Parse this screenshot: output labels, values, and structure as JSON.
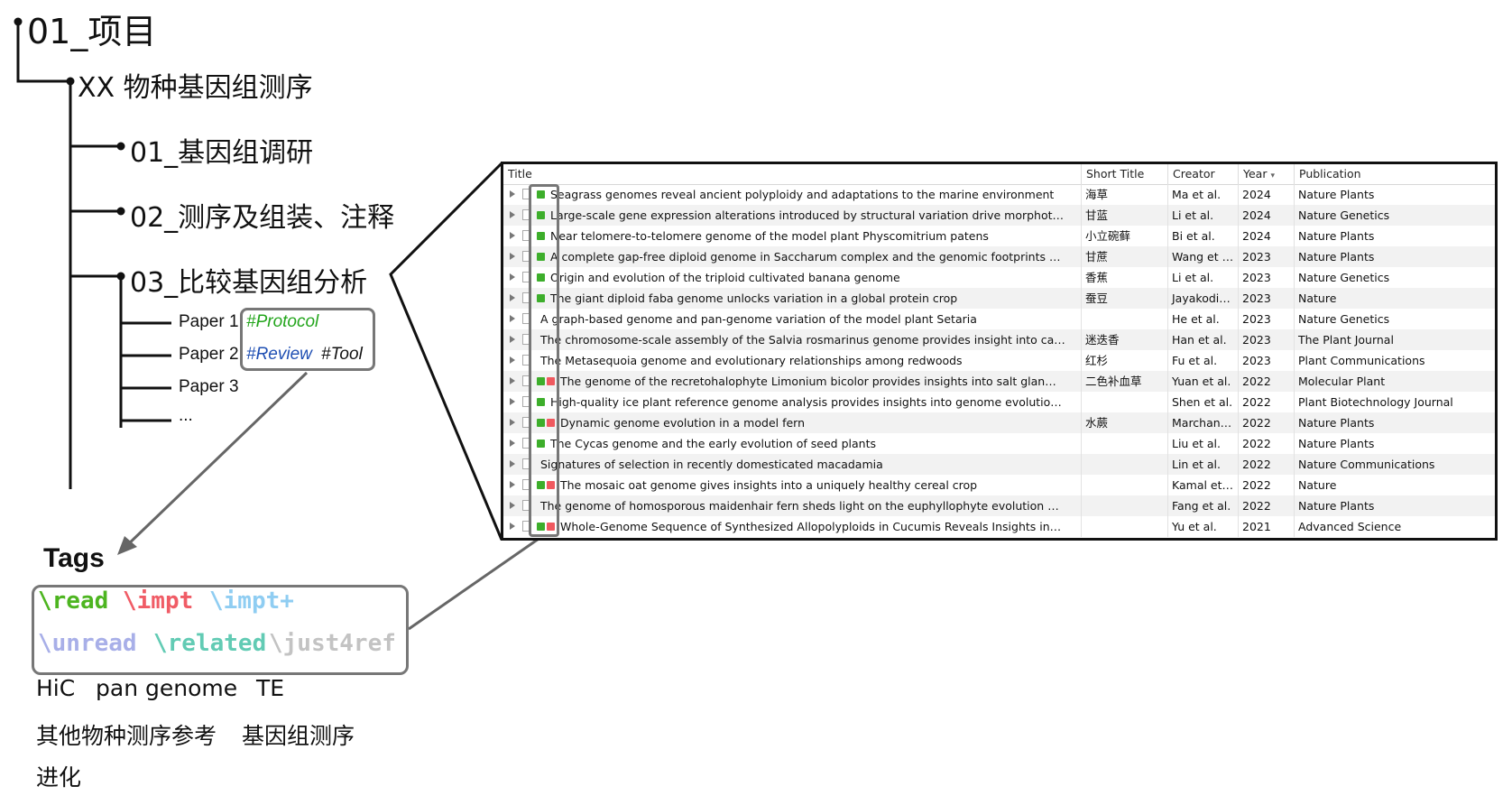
{
  "tree": {
    "root": "01_项目",
    "species": "XX 物种基因组测序",
    "stages": [
      "01_基因组调研",
      "02_测序及组装、注释",
      "03_比较基因组分析"
    ],
    "papers": [
      "Paper 1",
      "Paper 2",
      "Paper 3",
      "..."
    ],
    "paper_tags": {
      "protocol": {
        "text": "#Protocol",
        "color": "#23a51c"
      },
      "review": {
        "text": "#Review",
        "color": "#1f4fb3"
      },
      "tool": {
        "text": "#Tool",
        "color": "#111111"
      }
    }
  },
  "tags": {
    "title": "Tags",
    "colored": [
      {
        "text": "\\read",
        "color": "#4db520"
      },
      {
        "text": "\\impt",
        "color": "#f05c66"
      },
      {
        "text": "\\impt+",
        "color": "#8fcdf2"
      },
      {
        "text": "\\unread",
        "color": "#a8afe8"
      },
      {
        "text": "\\related",
        "color": "#62cbb4"
      },
      {
        "text": "\\just4ref",
        "color": "#c3c3c3"
      }
    ],
    "plain": [
      "HiC",
      "pan genome",
      "TE",
      "其他物种测序参考",
      "基因组测序",
      "进化"
    ]
  },
  "table": {
    "columns": {
      "title": "Title",
      "short_title": "Short Title",
      "creator": "Creator",
      "year": "Year",
      "publication": "Publication"
    },
    "colors": {
      "read": "#3dae2b",
      "impt": "#f0595f"
    },
    "rows": [
      {
        "title": "Seagrass genomes reveal ancient polyploidy and adaptations to the marine environment",
        "short": "海草",
        "creator": "Ma et al.",
        "year": "2024",
        "pub": "Nature Plants",
        "tags": [
          "read"
        ]
      },
      {
        "title": "Large-scale gene expression alterations introduced by structural variation drive morphot…",
        "short": "甘蓝",
        "creator": "Li et al.",
        "year": "2024",
        "pub": "Nature Genetics",
        "tags": [
          "read"
        ]
      },
      {
        "title": "Near telomere-to-telomere genome of the model plant Physcomitrium patens",
        "short": "小立碗藓",
        "creator": "Bi et al.",
        "year": "2024",
        "pub": "Nature Plants",
        "tags": [
          "read"
        ]
      },
      {
        "title": "A complete gap-free diploid genome in Saccharum complex and the genomic footprints …",
        "short": "甘蔗",
        "creator": "Wang et …",
        "year": "2023",
        "pub": "Nature Plants",
        "tags": [
          "read"
        ]
      },
      {
        "title": "Origin and evolution of the triploid cultivated banana genome",
        "short": "香蕉",
        "creator": "Li et al.",
        "year": "2023",
        "pub": "Nature Genetics",
        "tags": [
          "read"
        ]
      },
      {
        "title": "The giant diploid faba genome unlocks variation in a global protein crop",
        "short": "蚕豆",
        "creator": "Jayakodi…",
        "year": "2023",
        "pub": "Nature",
        "tags": [
          "read"
        ]
      },
      {
        "title": "A graph-based genome and pan-genome variation of the model plant Setaria",
        "short": "",
        "creator": "He et al.",
        "year": "2023",
        "pub": "Nature Genetics",
        "tags": []
      },
      {
        "title": "The chromosome-scale assembly of the Salvia rosmarinus genome provides insight into ca…",
        "short": "迷迭香",
        "creator": "Han et al.",
        "year": "2023",
        "pub": "The Plant Journal",
        "tags": []
      },
      {
        "title": "The Metasequoia genome and evolutionary relationships among redwoods",
        "short": "红杉",
        "creator": "Fu et al.",
        "year": "2023",
        "pub": "Plant Communications",
        "tags": []
      },
      {
        "title": "The genome of the recretohalophyte Limonium bicolor provides insights into salt glan…",
        "short": "二色补血草",
        "creator": "Yuan et al.",
        "year": "2022",
        "pub": "Molecular Plant",
        "tags": [
          "read",
          "impt"
        ]
      },
      {
        "title": "High-quality ice plant reference genome analysis provides insights into genome evolutio…",
        "short": "",
        "creator": "Shen et al.",
        "year": "2022",
        "pub": "Plant Biotechnology Journal",
        "tags": [
          "read"
        ]
      },
      {
        "title": "Dynamic genome evolution in a model fern",
        "short": "水蕨",
        "creator": "Marchan…",
        "year": "2022",
        "pub": "Nature Plants",
        "tags": [
          "read",
          "impt"
        ]
      },
      {
        "title": "The Cycas genome and the early evolution of seed plants",
        "short": "",
        "creator": "Liu et al.",
        "year": "2022",
        "pub": "Nature Plants",
        "tags": [
          "read"
        ]
      },
      {
        "title": "Signatures of selection in recently domesticated macadamia",
        "short": "",
        "creator": "Lin et al.",
        "year": "2022",
        "pub": "Nature Communications",
        "tags": []
      },
      {
        "title": "The mosaic oat genome gives insights into a uniquely healthy cereal crop",
        "short": "",
        "creator": "Kamal et…",
        "year": "2022",
        "pub": "Nature",
        "tags": [
          "read",
          "impt"
        ]
      },
      {
        "title": "The genome of homosporous maidenhair fern sheds light on the euphyllophyte evolution …",
        "short": "",
        "creator": "Fang et al.",
        "year": "2022",
        "pub": "Nature Plants",
        "tags": []
      },
      {
        "title": "Whole-Genome Sequence of Synthesized Allopolyploids in Cucumis Reveals Insights in…",
        "short": "",
        "creator": "Yu et al.",
        "year": "2021",
        "pub": "Advanced Science",
        "tags": [
          "read",
          "impt"
        ]
      }
    ]
  }
}
